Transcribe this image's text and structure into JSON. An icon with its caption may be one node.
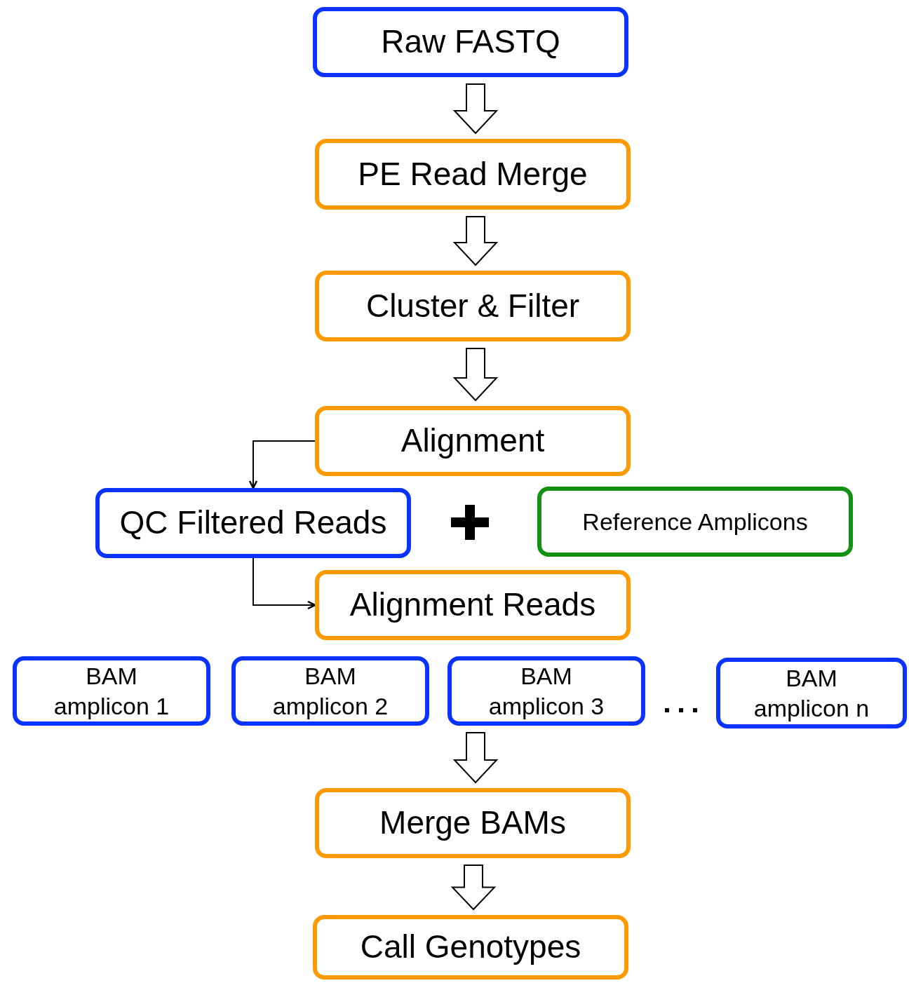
{
  "diagram": {
    "nodes": [
      {
        "text": [
          "Raw FASTQ"
        ]
      },
      {
        "text": [
          "PE Read Merge"
        ]
      },
      {
        "text": [
          "Cluster & Filter"
        ]
      },
      {
        "text": [
          "Alignment"
        ]
      },
      {
        "text": [
          "QC Filtered Reads"
        ]
      },
      {
        "text": [
          "Reference Amplicons"
        ]
      },
      {
        "text": [
          "Alignment Reads"
        ]
      },
      {
        "text": [
          "BAM amplicon 1"
        ]
      },
      {
        "text": [
          "BAM amplicon 2"
        ]
      },
      {
        "text": [
          "BAM amplicon 3"
        ]
      },
      {
        "text": [
          "BAM amplicon n"
        ]
      },
      {
        "text": [
          "Merge BAMs"
        ]
      },
      {
        "text": [
          "Call Genotypes"
        ]
      }
    ],
    "edges": [
      {
        "from": 0,
        "to": 1,
        "arrow": "to",
        "style": "thick"
      },
      {
        "from": 1,
        "to": 2,
        "arrow": "to",
        "style": "thick"
      },
      {
        "from": 2,
        "to": 3,
        "arrow": "to",
        "style": "thick"
      },
      {
        "from": 3,
        "to": 4,
        "arrow": "to"
      },
      {
        "from": 4,
        "to": 6,
        "arrow": "to"
      },
      {
        "from": 9,
        "to": 11,
        "arrow": "to",
        "style": "thick"
      },
      {
        "from": 11,
        "to": 12,
        "arrow": "to",
        "style": "thick"
      }
    ]
  }
}
